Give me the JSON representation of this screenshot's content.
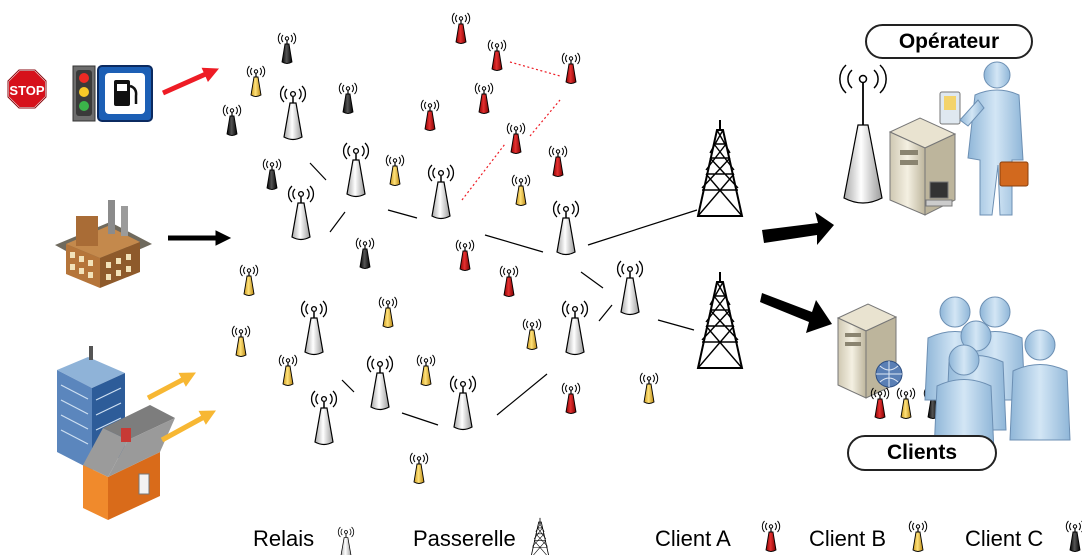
{
  "labels": {
    "operator": "Opérateur",
    "clients": "Clients"
  },
  "legend": {
    "relay": "Relais",
    "gateway": "Passerelle",
    "client_a": "Client A",
    "client_b": "Client B",
    "client_c": "Client C"
  },
  "sign": {
    "stop": "STOP"
  },
  "colors": {
    "client_a": "#c8161d",
    "client_b": "#f4c430",
    "client_c": "#111111",
    "relay": "#e9e9e9",
    "arrow_red": "#ee1c25",
    "arrow_orange": "#f7b733",
    "arrow_black": "#000000"
  },
  "icons": {
    "sources": [
      "traffic-signs-icon",
      "factory-icon",
      "buildings-icon"
    ],
    "destinations": [
      "operator-icon",
      "clients-icon"
    ]
  }
}
